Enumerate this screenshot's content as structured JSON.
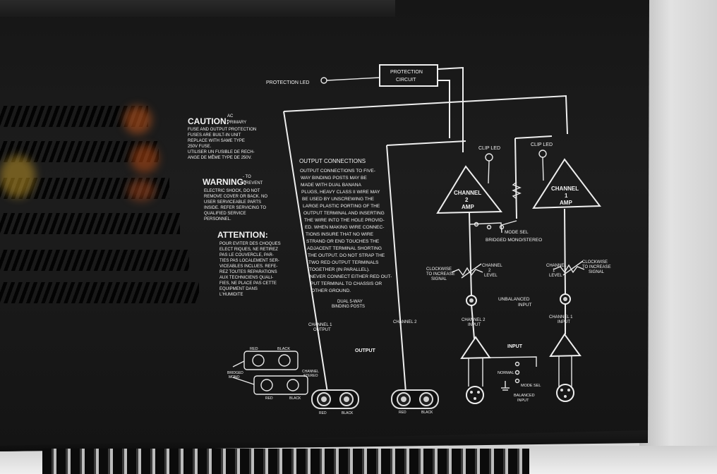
{
  "caution": {
    "heading": "CAUTION:",
    "sub": [
      "AC",
      "PRIMARY"
    ],
    "lines": [
      "FUSE AND OUTPUT PROTECTION",
      "FUSES  ARE BUILT-IN UNIT",
      "REPLACE WITH SAME TYPE",
      "250V FUSE.",
      "UTILISER UN FUSIBLE DE RECH-",
      "ANGE DE MÊME TYPE DE 250V."
    ]
  },
  "warning": {
    "heading": "WARNING:",
    "sub": [
      "- TO",
      "PREVENT"
    ],
    "lines": [
      "ELECTRIC SHOCK, DO NOT",
      "REMOVE COVER OR BACK. NO",
      "USER SERVICEABLE PARTS",
      "INSIDE. REFER SERVICING TO",
      "QUALIFIED SERVICE",
      "PERSONNEL."
    ]
  },
  "attention": {
    "heading": "ATTENTION:",
    "lines": [
      "POUR EVITER DES CHOQUES",
      "ELECT RIQUES, NE RETIREZ",
      "PAS LE COUVERCLE, PAR-",
      "TIES PAS LOCALEMENT SER-",
      "VICEABLES INCLUES. REFE-",
      "REZ TOUTES REPARATIONS",
      "AUX TECHNICIENS QUALI-",
      "FIES, NE PLACE PAS CETTE",
      "EQUIPMENT DANS",
      "L'HUMIDITE"
    ]
  },
  "output_connections": {
    "heading": "OUTPUT CONNECTIONS",
    "lines": [
      "OUTPUT CONNECTIONS TO FIVE-",
      "WAY BINDING POSTS MAY BE",
      "MADE WITH DUAL BANANA",
      "PLUGS, HEAVY CLASS II WIRE MAY",
      "BE USED BY UNSCREWING THE",
      "LARGE PLASTIC PORTING OF THE",
      "OUTPUT TERMINAL AND INSERTING",
      "THE WIRE INTO THE HOLE PROVID-",
      "ED. WHEN MAKING WIRE CONNEC-",
      "TIONS INSURE THAT NO WIRE",
      "STRAND OR END TOUCHES THE",
      "ADJACENT TERMINAL SHORTING",
      "THE OUTPUT. DO NOT STRAP THE",
      "TWO RED OUTPUT TERMINALS",
      "TOGETHER (IN PARALLEL).",
      "NEVER CONNECT EITHER RED OUT-",
      "PUT TERMINAL TO CHASSIS OR",
      "OTHER GROUND."
    ]
  },
  "diagram": {
    "protection_led": "PROTECTION  LED",
    "protection_circuit": [
      "PROTECTION",
      "CIRCUIT"
    ],
    "clip_led_1": "CLIP LED",
    "clip_led_2": "CLIP LED",
    "channel_2_amp": [
      "CHANNEL",
      "2",
      "AMP"
    ],
    "channel_1_amp": [
      "CHANNEL",
      "1",
      "AMP"
    ],
    "mode_sel": [
      "MODE SEL",
      "BRIDGED MONO/STEREO"
    ],
    "clockwise_left": [
      "CLOCKWISE",
      "TO INCREASE",
      "SIGNAL"
    ],
    "clockwise_right": [
      "CLOCKWISE",
      "TO INCREASE",
      "SIGNAL"
    ],
    "channel_2_level": [
      "CHANNEL",
      "2",
      "LEVEL"
    ],
    "channel_1_level": [
      "CHANNEL",
      "1",
      "LEVEL"
    ],
    "unbalanced_input": [
      "UNBALANCED",
      "INPUT"
    ],
    "channel_2_input": [
      "CHANNEL 2",
      "INPUT"
    ],
    "channel_1_input": [
      "CHANNEL 1",
      "INPUT"
    ],
    "dual_binding": [
      "DUAL 5-WAY",
      "BINDING POSTS"
    ],
    "channel_1_output": [
      "CHANNEL 1",
      "OUTPUT"
    ],
    "channel_2_output": "CHANNEL 2",
    "output": "OUTPUT",
    "input": "INPUT",
    "normal": "NORMAL",
    "mode_sel_small": "MODE SEL",
    "balanced_input": [
      "BALANCED",
      "INPUT"
    ],
    "red": "RED",
    "black": "BLACK",
    "bridged_mono": [
      "BRIDGED",
      "MONO"
    ],
    "channel_stereo": [
      "CHANNEL",
      "STEREO"
    ],
    "red_small": "RED",
    "black_small": "BLACK",
    "post_red": "RED",
    "post_black": "BLACK",
    "post_red_2": "RED",
    "post_black_2": "BLACK"
  }
}
